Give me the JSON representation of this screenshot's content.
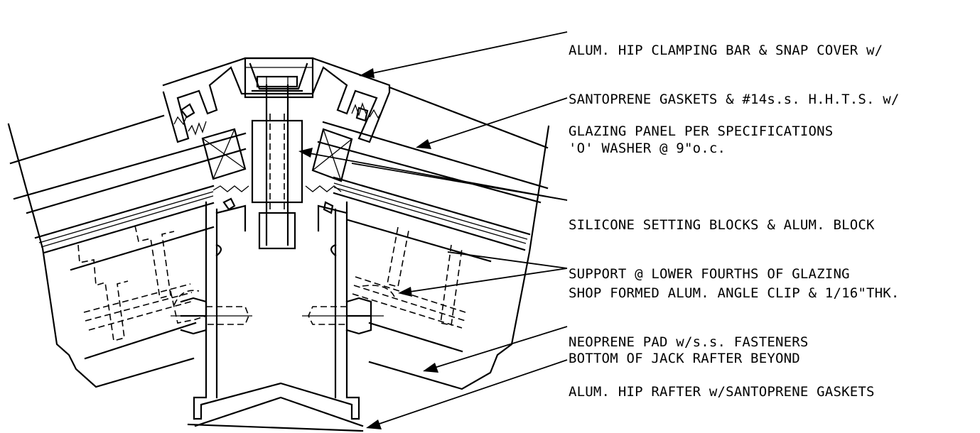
{
  "labels": {
    "clamping_bar": [
      "ALUM. HIP CLAMPING BAR & SNAP COVER w/",
      "SANTOPRENE GASKETS & #14s.s. H.H.T.S. w/",
      "'O' WASHER @ 9\"o.c."
    ],
    "glazing_panel": [
      "GLAZING PANEL PER SPECIFICATIONS"
    ],
    "setting_blocks": [
      "SILICONE SETTING BLOCKS & ALUM. BLOCK",
      "SUPPORT @ LOWER FOURTHS OF GLAZING"
    ],
    "angle_clip": [
      "SHOP FORMED ALUM. ANGLE CLIP & 1/16\"THK.",
      "NEOPRENE PAD w/s.s. FASTENERS"
    ],
    "jack_rafter": [
      "BOTTOM OF JACK RAFTER BEYOND"
    ],
    "hip_rafter": [
      "ALUM. HIP RAFTER w/SANTOPRENE GASKETS"
    ]
  },
  "colors": {
    "line": "#000000",
    "background": "#ffffff"
  }
}
